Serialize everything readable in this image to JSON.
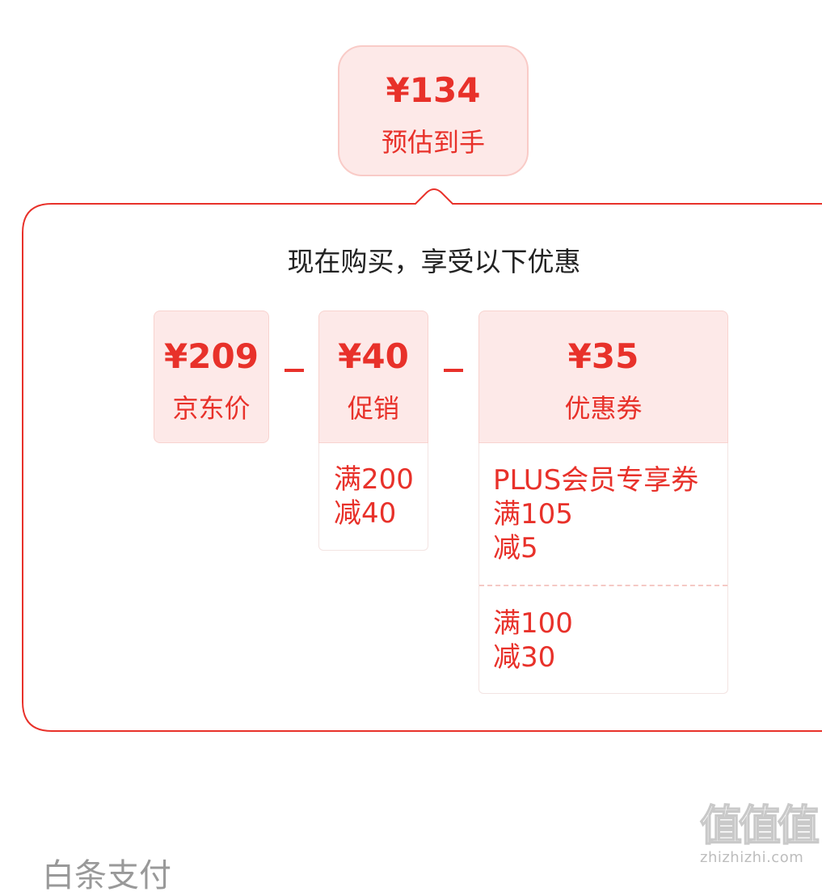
{
  "estimate": {
    "price": "¥134",
    "label": "预估到手"
  },
  "panel": {
    "title": "现在购买，享受以下优惠"
  },
  "breakdown": {
    "jd_price": {
      "value": "¥209",
      "label": "京东价"
    },
    "promotion": {
      "value": "¥40",
      "label": "促销",
      "details": [
        "满200",
        "减40"
      ]
    },
    "coupon": {
      "value": "¥35",
      "label": "优惠券",
      "items": [
        [
          "PLUS会员专享券",
          "满105",
          "减5"
        ],
        [
          "满100",
          "减30"
        ]
      ]
    }
  },
  "footer": {
    "text": "白条支付"
  },
  "watermark": {
    "glyphs": "值值值",
    "url": "zhizhizhi.com"
  },
  "colors": {
    "accent": "#e8312a",
    "cell_bg": "#fde9e8",
    "panel_border": "#e8312a"
  }
}
